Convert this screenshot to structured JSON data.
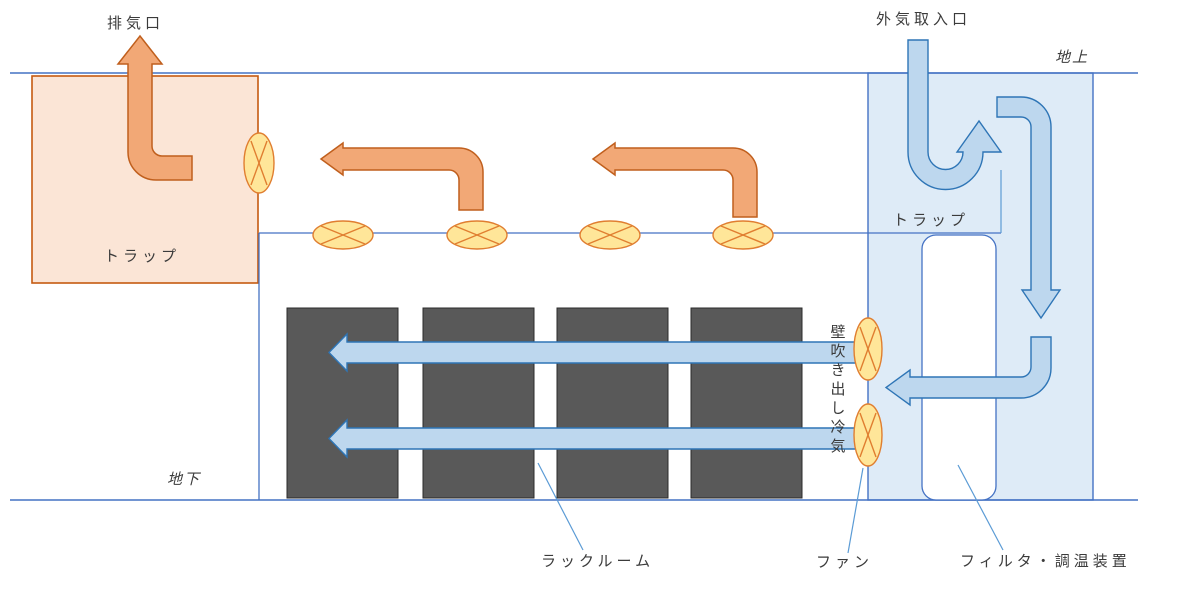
{
  "diagram": {
    "labels": {
      "exhaust_outlet": "排気口",
      "outside_air_intake": "外気取入口",
      "above_ground": "地上",
      "underground": "地下",
      "trap_left": "トラップ",
      "trap_right": "トラップ",
      "wall_blowout_cold_air": "壁吹き出し冷気",
      "rack_room": "ラックルーム",
      "fan": "ファン",
      "filter_unit": "フィルタ・調温装置"
    },
    "colors": {
      "structure_line": "#4472C4",
      "leader_line": "#5B9BD5",
      "intake_region_fill": "#DEEBF7",
      "cold_air_fill": "#BDD7EE",
      "cold_air_stroke": "#2E75B6",
      "hot_air_fill": "#F2A876",
      "hot_air_stroke": "#C05F1D",
      "trap_box_fill": "#FBE5D6",
      "trap_box_stroke": "#C55A11",
      "fan_fill": "#FFE699",
      "fan_stroke": "#E07E30",
      "rack_fill": "#595959",
      "text": "#3B3B3B"
    }
  }
}
